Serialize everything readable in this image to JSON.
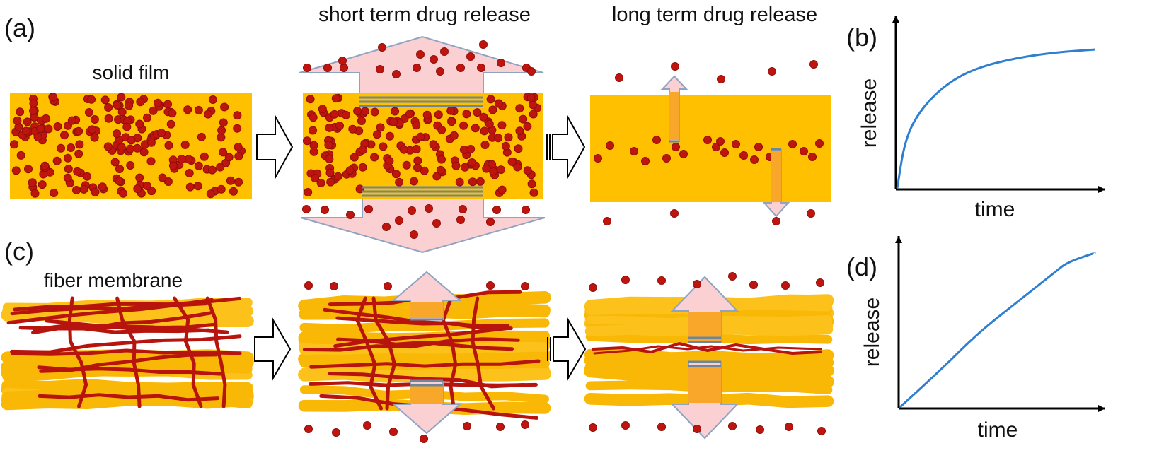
{
  "colors": {
    "film": "#FFC000",
    "dot": "#C0150F",
    "dot_stroke": "#8E0F0A",
    "fiber": "#F9B806",
    "fiber_light": "#FCC21B",
    "fiber_red": "#B7140E",
    "arrow_fill": "#FAD0D3",
    "arrow_stroke": "#8FA3C2",
    "pore_fill": "#F8A72A",
    "pore_line": "#6F8699",
    "curve": "#2E7FD0",
    "axis": "#000000"
  },
  "panels": {
    "a": {
      "label": "(a)",
      "caption_left": "solid film",
      "caption_mid": "short term drug release",
      "caption_right": "long term drug release"
    },
    "b": {
      "label": "(b)",
      "ylabel": "release",
      "xlabel": "time",
      "chart_data": {
        "type": "line",
        "x": [
          0,
          0.04,
          0.12,
          0.25,
          0.4,
          0.6,
          0.8,
          1.0
        ],
        "y": [
          0,
          0.35,
          0.56,
          0.74,
          0.85,
          0.92,
          0.96,
          0.98
        ]
      }
    },
    "c": {
      "label": "(c)",
      "caption_left": "fiber membrane"
    },
    "d": {
      "label": "(d)",
      "ylabel": "release",
      "xlabel": "time",
      "chart_data": {
        "type": "line",
        "x": [
          0,
          0.2,
          0.4,
          0.6,
          0.8,
          0.86,
          1.0
        ],
        "y": [
          0,
          0.23,
          0.48,
          0.68,
          0.88,
          0.94,
          1.0
        ]
      }
    }
  }
}
